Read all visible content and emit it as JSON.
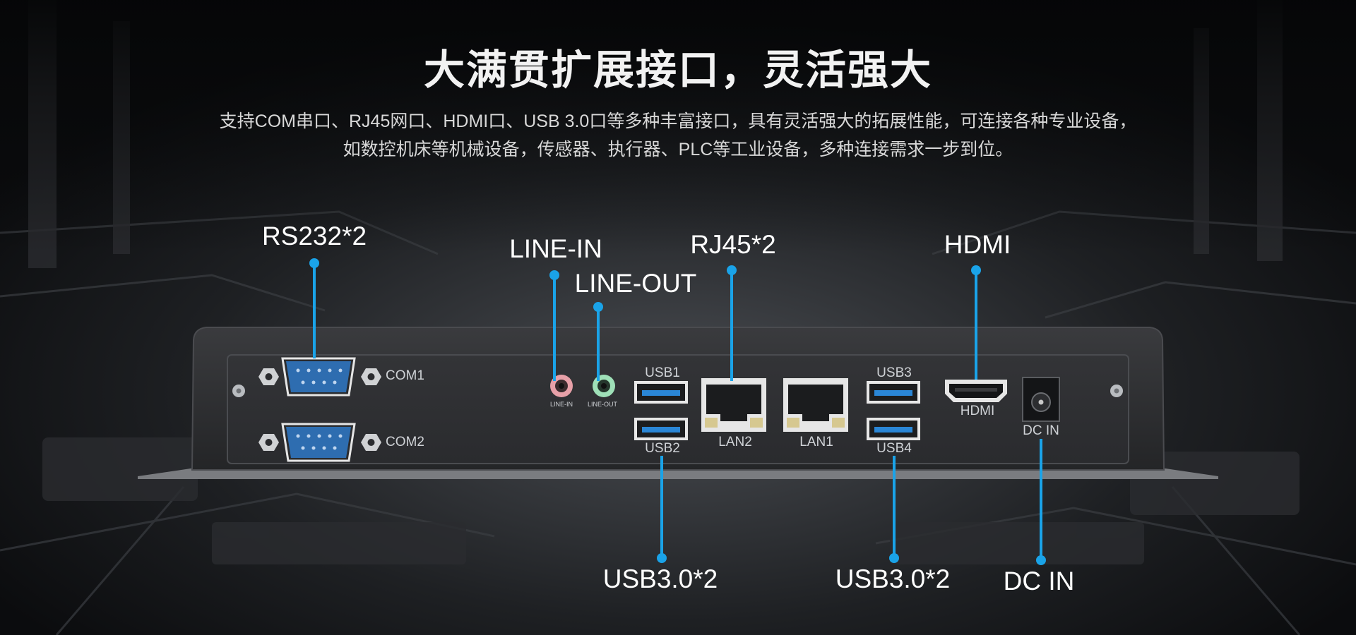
{
  "heading": {
    "title": "大满贯扩展接口，灵活强大",
    "description_line1": "支持COM串口、RJ45网口、HDMI口、USB 3.0口等多种丰富接口，具有灵活强大的拓展性能，可连接各种专业设备，",
    "description_line2": "如数控机床等机械设备，传感器、执行器、PLC等工业设备，多种连接需求一步到位。"
  },
  "callouts": {
    "rs232": "RS232*2",
    "line_in": "LINE-IN",
    "line_out": "LINE-OUT",
    "rj45": "RJ45*2",
    "hdmi": "HDMI",
    "usb_left": "USB3.0*2",
    "usb_right": "USB3.0*2",
    "dc_in": "DC IN"
  },
  "ports": {
    "com1": "COM1",
    "com2": "COM2",
    "line_in": "LINE-IN",
    "line_out": "LINE-OUT",
    "usb1": "USB1",
    "usb2": "USB2",
    "usb3": "USB3",
    "usb4": "USB4",
    "lan2": "LAN2",
    "lan1": "LAN1",
    "hdmi": "HDMI",
    "dc_in": "DC IN"
  },
  "colors": {
    "accent_line": "#1aa3e8",
    "usb_blue": "#2a86d6",
    "serial_blue": "#2e6db0",
    "line_in_pink": "#e7a0a8",
    "line_out_green": "#9fe0b8",
    "chassis": "#2b2c2f"
  }
}
